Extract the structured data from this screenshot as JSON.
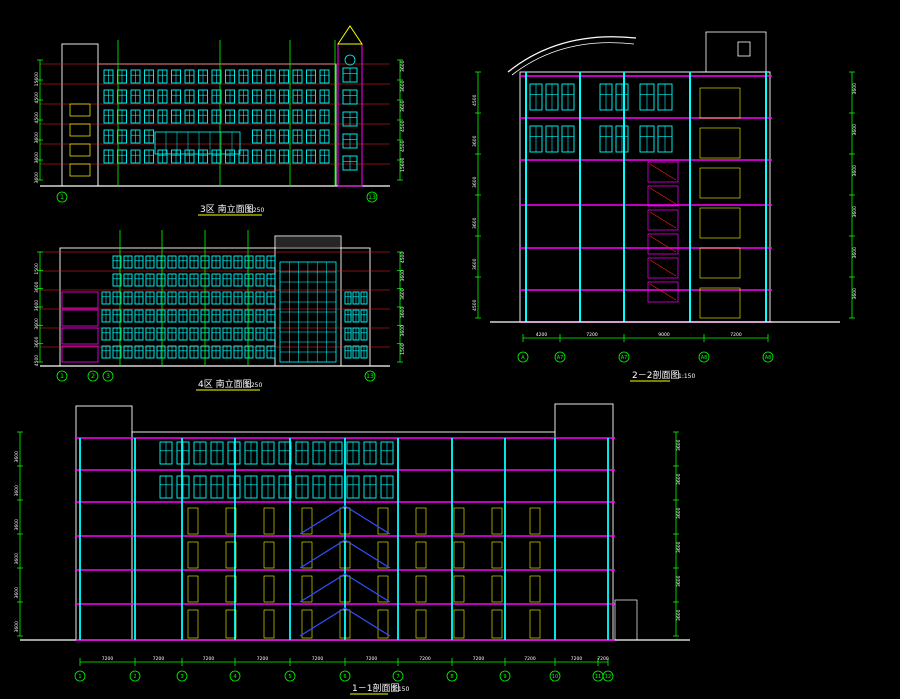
{
  "drawings": [
    {
      "key": "elev_a",
      "title": "3区 南立面图",
      "scale": "1:250",
      "grid_labels": [
        "1",
        "13"
      ],
      "dims_left": [
        "15600",
        "4500",
        "4500",
        "3600",
        "3600",
        "3600"
      ],
      "dims_right": [
        "3600",
        "3600",
        "3600",
        "4500",
        "4500",
        "15600"
      ]
    },
    {
      "key": "elev_b",
      "title": "4区 南立面图",
      "scale": "1:250",
      "grid_labels": [
        "1",
        "2",
        "3",
        "13"
      ],
      "dims_left": [
        "1500",
        "3600",
        "3600",
        "3600",
        "3600",
        "4500"
      ],
      "dims_right": [
        "4500",
        "3600",
        "3600",
        "3600",
        "3600",
        "1500"
      ]
    },
    {
      "key": "sect_22",
      "title": "2－2剖面图",
      "scale": "1:150",
      "grid_labels": [
        "A",
        "A7",
        "A7",
        "A8",
        "A8"
      ],
      "bottom_dims": [
        "4200",
        "7200",
        "9000",
        "7200"
      ],
      "dims_left": [
        "4500",
        "3600",
        "3600",
        "3600",
        "3600",
        "4500"
      ],
      "dims_right": [
        "3600",
        "3600",
        "3600",
        "3600",
        "3600",
        "3600"
      ]
    },
    {
      "key": "sect_11",
      "title": "1－1剖面图",
      "scale": "1:150",
      "grid_labels": [
        "1",
        "2",
        "3",
        "4",
        "5",
        "6",
        "7",
        "8",
        "9",
        "10",
        "11",
        "12"
      ],
      "bottom_dims": [
        "7200",
        "7200",
        "7200",
        "7200",
        "7200",
        "7200",
        "7200",
        "7200",
        "7200",
        "7200",
        "7200"
      ],
      "dims_left": [
        "3600",
        "3600",
        "3600",
        "3600",
        "3600",
        "3600"
      ],
      "dims_right": [
        "3600",
        "3600",
        "3600",
        "3600",
        "3600",
        "3600"
      ]
    }
  ],
  "colors": {
    "bg": "#000000",
    "white": "#ffffff",
    "cyan": "#00ffff",
    "green": "#00ff00",
    "yellow": "#ffff00",
    "magenta": "#ff00ff",
    "red": "#ff2020",
    "blue": "#3050ff",
    "gray": "#9a9a9a"
  }
}
